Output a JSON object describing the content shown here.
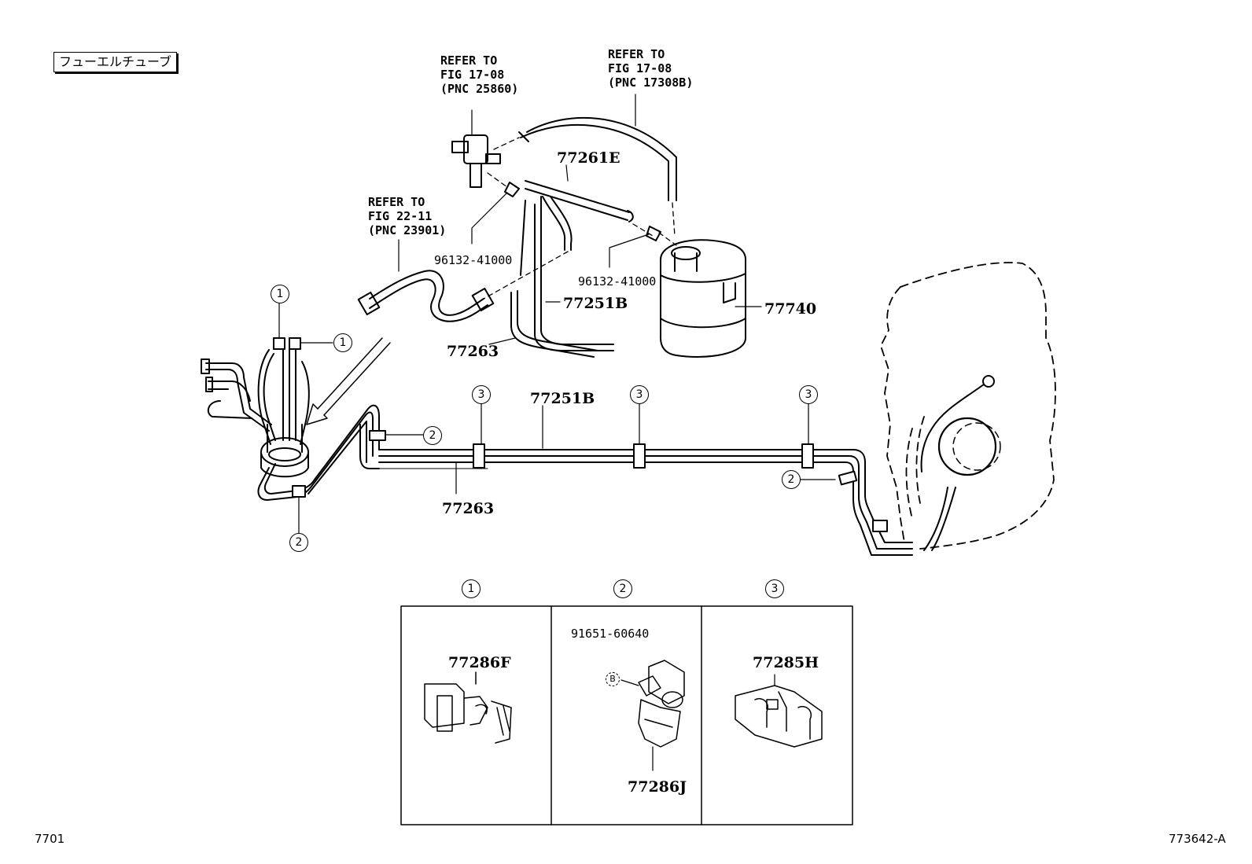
{
  "title": "フューエルチューブ",
  "page_code": "7701",
  "figure_code": "773642-A",
  "references": [
    {
      "text": "REFER TO\nFIG 17-08\n(PNC 25860)"
    },
    {
      "text": "REFER TO\nFIG 17-08\n(PNC 17308B)"
    },
    {
      "text": "REFER TO\nFIG 22-11\n(PNC 23901)"
    }
  ],
  "part_numbers": {
    "hose_77261e": "77261E",
    "clip_96132_left": "96132-41000",
    "clip_96132_right": "96132-41000",
    "tube_77251b_upper": "77251B",
    "tube_77263_upper": "77263",
    "canister_77740": "77740",
    "tube_77251b_main": "77251B",
    "tube_77263_main": "77263"
  },
  "callouts": {
    "c1_top": "1",
    "c1_side": "1",
    "c2_left": "2",
    "c2_bottom": "2",
    "c2_right": "2",
    "c3_a": "3",
    "c3_b": "3",
    "c3_c": "3"
  },
  "detail_table": {
    "headers": [
      "1",
      "2",
      "3"
    ],
    "cell1_part": "77286F",
    "cell2_bolt": "91651-60640",
    "cell2_bolt_marker": "B",
    "cell2_part": "77286J",
    "cell3_part": "77285H"
  }
}
